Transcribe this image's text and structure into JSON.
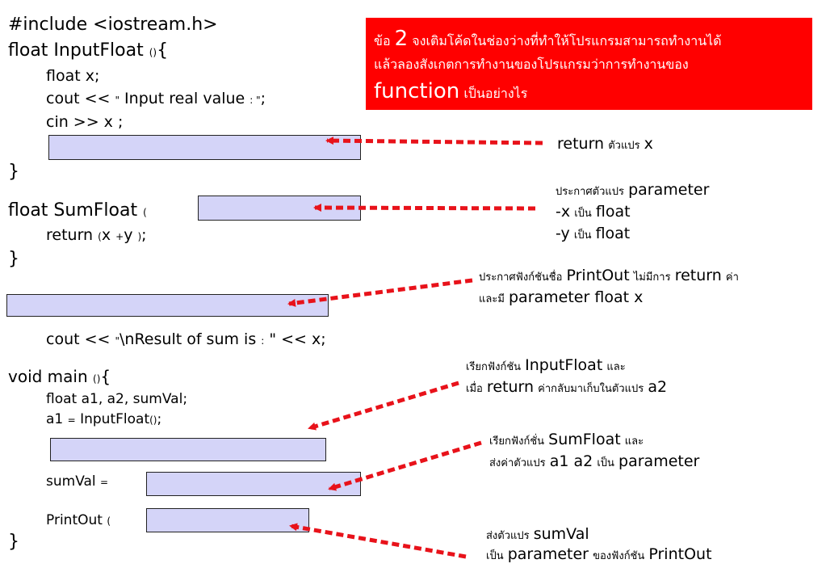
{
  "code": {
    "line1": "#include <iostream.h>",
    "line2_a": "float InputFloat ",
    "line2_b": "()",
    "line2_c": "{",
    "line3": "float x;",
    "line4_a": "cout << ",
    "line4_b": "\"",
    "line4_c": " Input real value ",
    "line4_d": ": \"",
    "line4_e": ";",
    "line5": "cin >> x ;",
    "line6": "}",
    "line7_a": "float SumFloat ",
    "line7_b": "(",
    "line8_a": "return ",
    "line8_b": "(",
    "line8_c": "x ",
    "line8_d": "+",
    "line8_e": "y ",
    "line8_f": ")",
    "line8_g": ";",
    "line9": "}",
    "line10_a": "cout << ",
    "line10_b": "\"",
    "line10_c": "\\nResult of sum is ",
    "line10_d": ":",
    "line10_e": " \" << x;",
    "line11_a": "void main ",
    "line11_b": "()",
    "line11_c": "{",
    "line12": "float a1, a2, sumVal;",
    "line13_a": "a1 ",
    "line13_b": "=",
    "line13_c": " InputFloat",
    "line13_d": "()",
    "line13_e": ";",
    "line14_a": "sumVal ",
    "line14_b": "=",
    "line15_a": "PrintOut ",
    "line15_b": "(",
    "line16": "}"
  },
  "task": {
    "prefix": "ข้อ",
    "number": "2",
    "text1": "จงเติมโค้ดในช่องว่างที่ทำให้โปรแกรมสามารถทำงานได้",
    "text2": "แล้วลองสังเกตการทำงานของโปรแกรมว่าการทำงานของ",
    "word": "function",
    "text3": "เป็นอย่างไร"
  },
  "notes": {
    "n1": {
      "a": "return",
      "b": "ตัวแปร",
      "c": "x"
    },
    "n2": {
      "a": "ประกาศตัวแปร",
      "b": "parameter",
      "c": "-x",
      "d": "เป็น",
      "e": "float",
      "f": "-y",
      "g": "เป็น",
      "h": "float"
    },
    "n3": {
      "a": "ประกาศฟังก์ชันชื่อ",
      "b": "PrintOut",
      "c": "ไม่มีการ",
      "d": "return",
      "e": "ค่า",
      "f": "และมี",
      "g": "parameter float x"
    },
    "n4": {
      "a": "เรียกฟังก์ชัน",
      "b": "InputFloat",
      "c": "และ",
      "d": "เมื่อ",
      "e": "return",
      "f": "ค่ากลับมาเก็บในตัวแปร",
      "g": "a2"
    },
    "n5": {
      "a": "เรียกฟังก์ชั่น",
      "b": "SumFloat",
      "c": "และ",
      "d": "ส่งค่าตัวแปร",
      "e": "a1 a2",
      "f": "เป็น",
      "g": "parameter"
    },
    "n6": {
      "a": "ส่งตัวแปร",
      "b": "sumVal",
      "c": "เป็น",
      "d": "parameter",
      "e": "ของฟังก์ชัน",
      "f": "PrintOut"
    }
  },
  "colors": {
    "arrow": "#e8121a",
    "blank": "#d4d4f8",
    "task_bg": "#ff0000"
  }
}
